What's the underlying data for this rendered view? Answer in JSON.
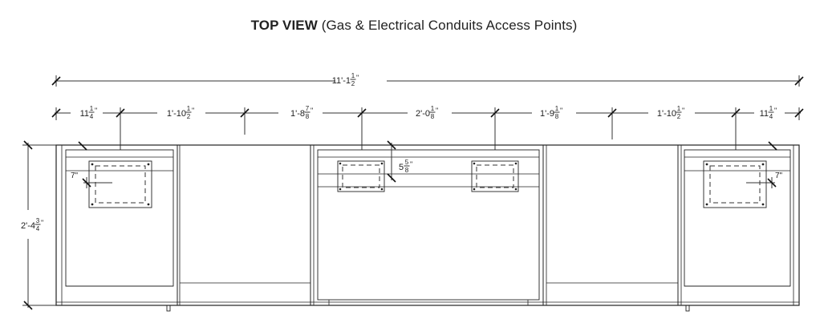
{
  "title": {
    "bold": "TOP VIEW",
    "rest": " (Gas & Electrical Conduits Access Points)"
  },
  "dimensions": {
    "overall_width": {
      "whole": "11'-1",
      "num": "1",
      "den": "2",
      "unit": "\""
    },
    "segments": [
      {
        "whole": "11",
        "num": "1",
        "den": "4",
        "unit": "\""
      },
      {
        "whole": "1'-10",
        "num": "1",
        "den": "2",
        "unit": "\""
      },
      {
        "whole": "1'-8",
        "num": "7",
        "den": "8",
        "unit": "\""
      },
      {
        "whole": "2'-0",
        "num": "1",
        "den": "8",
        "unit": "\""
      },
      {
        "whole": "1'-9",
        "num": "1",
        "den": "8",
        "unit": "\""
      },
      {
        "whole": "1'-10",
        "num": "1",
        "den": "2",
        "unit": "\""
      },
      {
        "whole": "11",
        "num": "1",
        "den": "4",
        "unit": "\""
      }
    ],
    "depth": {
      "whole": "2'-4",
      "num": "3",
      "den": "4",
      "unit": "\""
    },
    "inset_center": {
      "whole": "5",
      "num": "5",
      "den": "8",
      "unit": "\""
    },
    "offset_left": "7\"",
    "offset_right": "7\""
  }
}
